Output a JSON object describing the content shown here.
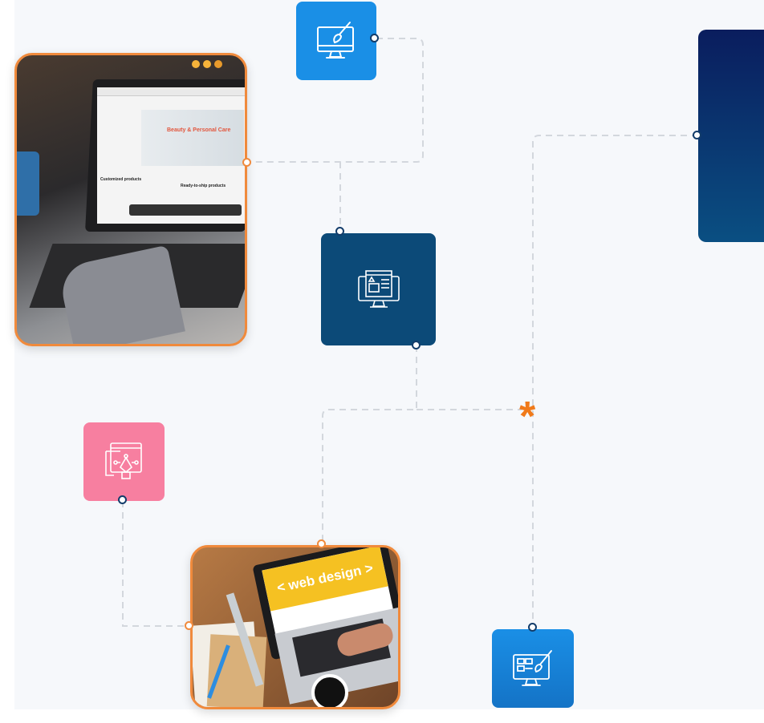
{
  "icons": {
    "top": "monitor-paintbrush-icon",
    "middle": "monitor-webpage-icon",
    "pink": "vector-design-icon",
    "bottom": "monitor-layout-brush-icon",
    "connector": "asterisk-icon"
  },
  "photos": {
    "laptop_ecommerce": {
      "banner": "Beauty & Personal Care",
      "section1": "Customized products",
      "section2": "Ready-to-ship products"
    },
    "web_design": {
      "screen_text": "< web design >"
    }
  },
  "colors": {
    "bright_blue": "#1a8fe6",
    "navy": "#0c4a78",
    "pink": "#f77fa0",
    "orange": "#f08a3c",
    "panel_top": "#0a1d5e",
    "panel_bottom": "#0a4f82"
  },
  "connector_symbol": "*"
}
